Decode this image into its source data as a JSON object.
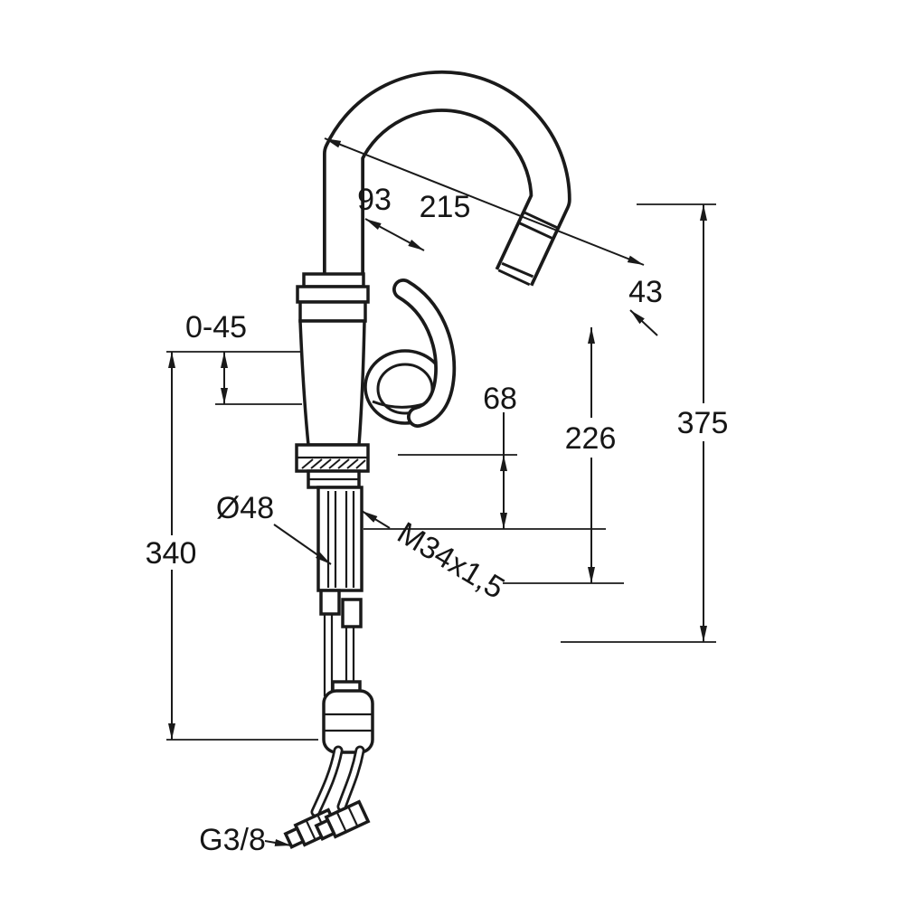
{
  "figure": {
    "name": "single-lever-kitchen-faucet-dimension-drawing"
  },
  "colors": {
    "ink": "#1a1a1a",
    "background": "#ffffff"
  },
  "dims": {
    "spout_reach": "215",
    "lever_offset": "93",
    "outlet_extension": "43",
    "mounting_thickness": "0-45",
    "lever_height": "68",
    "outlet_height": "226",
    "total_height": "375",
    "installation_depth": "340",
    "base_diameter": "Ø48",
    "shank_thread": "M34x1,5",
    "hose_connection": "G3/8"
  }
}
